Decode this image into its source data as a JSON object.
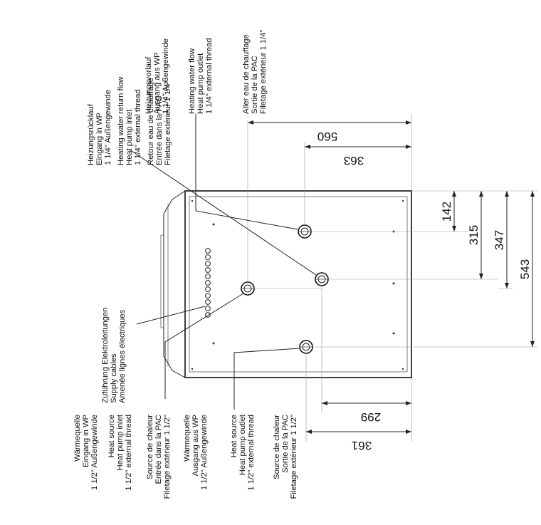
{
  "labels": {
    "return_flow": [
      "Heizungsrücklauf",
      "Eingang in WP",
      "1 1/4\" Außengewinde",
      "Heating water return flow",
      "Heat pump inlet",
      "1 1/4\" external thread",
      "Retour eau de chauffage",
      "Entrée dans la PAC",
      "Filetage extérieur 1 1/4\""
    ],
    "supply_flow": [
      "Heizungsvorlauf",
      "Ausgang aus WP",
      "1 1/4\" Außengewinde",
      "Heating water flow",
      "Heat pump outlet",
      "1 1/4\" external thread",
      "Aller eau de chauffage",
      "Sortie de la PAC",
      "Filetage extérieur 1 1/4\""
    ],
    "supply_cables": [
      "Zuführung Elektroleitungen",
      "Supply cables",
      "Amenée lignes électriques"
    ],
    "heat_source_inlet": [
      "Wärmequelle",
      "Eingang in WP",
      "1 1/2\" Außengewinde",
      "Heat source",
      "Heat pump inlet",
      "1 1/2\" external thread",
      "Source de chaleur",
      "Entrée dans la PAC",
      "Filetage extérieur 1 1/2\""
    ],
    "heat_source_outlet": [
      "Wärmequelle",
      "Ausgang aus WP",
      "1 1/2\" Außengewinde",
      "Heat source",
      "Heat pump outlet",
      "1 1/2\" external thread",
      "Source de chaleur",
      "Sortie de la PAC",
      "Filetage extérieur 1 1/2\""
    ]
  },
  "dimensions": {
    "d560": "560",
    "d363": "363",
    "d142": "142",
    "d315": "315",
    "d347": "347",
    "d543": "543",
    "d299": "299",
    "d361": "361"
  },
  "colors": {
    "line": "#222222",
    "text": "#111111",
    "background": "#ffffff"
  }
}
